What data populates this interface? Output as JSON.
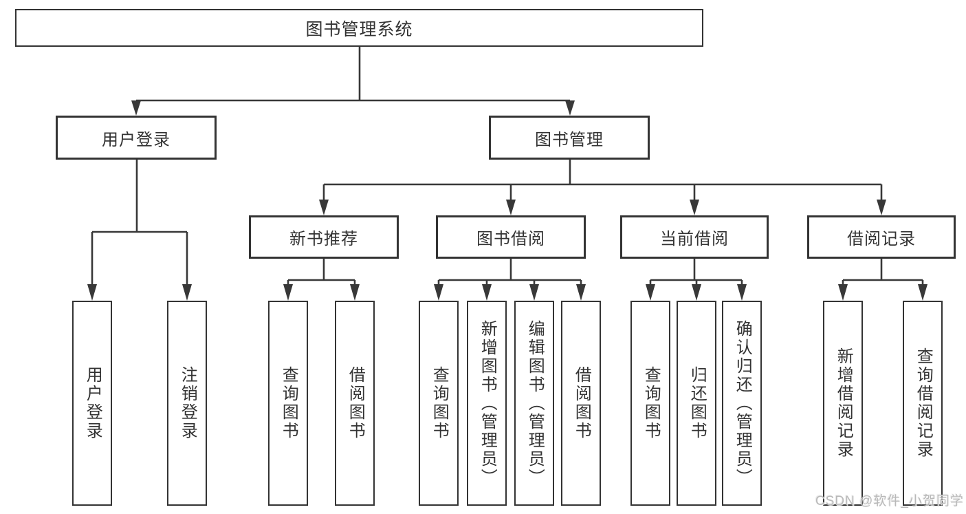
{
  "tree": {
    "root": {
      "label": "图书管理系统"
    },
    "branches": [
      {
        "label": "用户登录",
        "children": [
          {
            "label": "用户登录"
          },
          {
            "label": "注销登录"
          }
        ]
      },
      {
        "label": "图书管理",
        "children": [
          {
            "label": "新书推荐",
            "children": [
              {
                "label": "查询图书"
              },
              {
                "label": "借阅图书"
              }
            ]
          },
          {
            "label": "图书借阅",
            "children": [
              {
                "label": "查询图书"
              },
              {
                "label": "新增图书（管理员）"
              },
              {
                "label": "编辑图书（管理员）"
              },
              {
                "label": "借阅图书"
              }
            ]
          },
          {
            "label": "当前借阅",
            "children": [
              {
                "label": "查询图书"
              },
              {
                "label": "归还图书"
              },
              {
                "label": "确认归还（管理员）"
              }
            ]
          },
          {
            "label": "借阅记录",
            "children": [
              {
                "label": "新增借阅记录"
              },
              {
                "label": "查询借阅记录"
              }
            ]
          }
        ]
      }
    ]
  },
  "watermark": {
    "text": "CSDN @软件_小贺同学"
  },
  "colors": {
    "line": "#383838",
    "text": "#333333",
    "watermark": "#b9b9b9",
    "background": "#ffffff"
  }
}
